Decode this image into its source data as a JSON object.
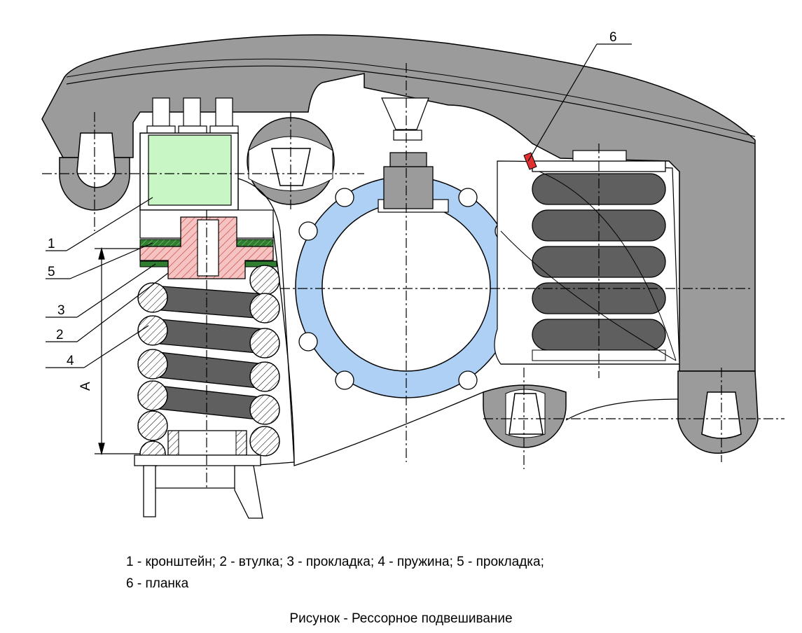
{
  "callouts": [
    "1",
    "5",
    "3",
    "2",
    "4",
    "6"
  ],
  "dimension_label": "A",
  "legend": {
    "line1": "1 - кронштейн; 2 - втулка; 3 - прокладка; 4 - пружина; 5 - прокладка;",
    "line2": "6 - планка"
  },
  "caption": "Рисунок - Рессорное подвешивание",
  "colors": {
    "body": "#9b9b9b",
    "spring": "#5f5f5f",
    "bracket": "#c8f7c5",
    "bushing": "#f6c3c3",
    "gasket": "#2f7d2f",
    "ring": "#aed0f5",
    "bar": "#e23030"
  }
}
